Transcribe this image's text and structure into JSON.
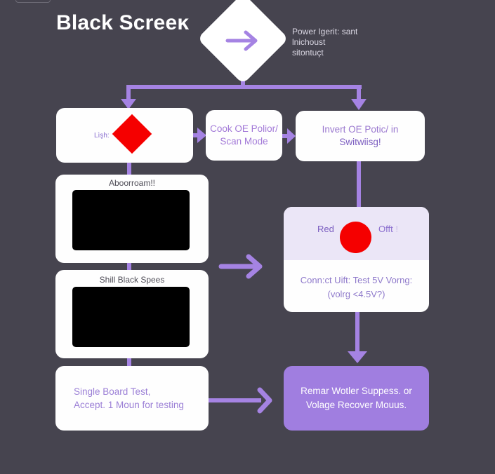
{
  "title": "Black Screeĸ",
  "start_note": {
    "lines": [
      "Power Igerit: sant",
      "lnichoust",
      "sitontuçt"
    ]
  },
  "colors": {
    "background": "#46444f",
    "accent": "#a07ee0",
    "connector": "#a583e3",
    "alert_red": "#f50000",
    "box_fill": "#fefefe",
    "screen": "#000000"
  },
  "nodes": {
    "start": {
      "icon": "arrow-right-icon"
    },
    "light": {
      "label": "Lìşh:",
      "icon": "red-diamond-icon"
    },
    "scan": {
      "lines": [
        "Cook OE Polior/",
        "Scan Mode"
      ]
    },
    "invert": {
      "lines": [
        "Invert OE Potic/ in",
        "Switwiisg!"
      ]
    },
    "abnormal": {
      "caption": "Aboorroam!!"
    },
    "still_black": {
      "caption": "Shill Black Spees"
    },
    "led": {
      "left_label": "Red",
      "right_label": "Offt",
      "right_mark": "!",
      "lines": [
        "Conn:ct Uift: Test 5V Vorng:",
        "(volrg <4.5V?)"
      ]
    },
    "single_board": {
      "lines": [
        "Single Board Test,",
        "Accept. 1 Moun for testing"
      ]
    },
    "remar": {
      "lines": [
        "Remar Wotler Suppess. or",
        "Volage Recover Mouus."
      ]
    }
  }
}
